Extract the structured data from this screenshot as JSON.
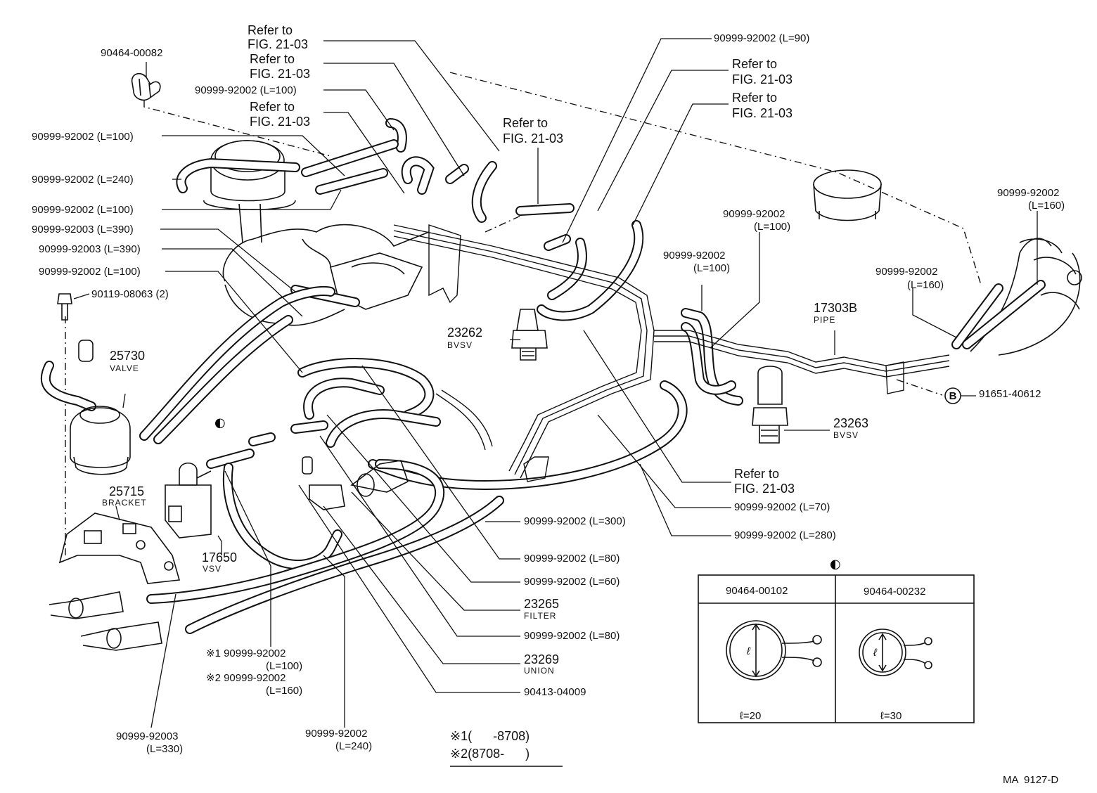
{
  "labels": {
    "top_clip": "90464-00082",
    "hose_l100_a": "90999-92002 (L=100)",
    "hose_l100_b": "90999-92002 (L=100)",
    "hose_l240_a": "90999-92002 (L=240)",
    "hose_l100_c": "90999-92002 (L=100)",
    "hose_l390_a": "90999-92003 (L=390)",
    "hose_l390_b": "90999-92003 (L=390)",
    "hose_l100_d": "90999-92002 (L=100)",
    "bolt": "90119-08063 (2)",
    "refer_1a": "Refer to",
    "refer_1b": "FIG. 21-03",
    "refer_2a": "Refer to",
    "refer_2b": "FIG. 21-03",
    "refer_3a": "Refer to",
    "refer_3b": "FIG. 21-03",
    "refer_4a": "Refer to",
    "refer_4b": "FIG. 21-03",
    "refer_5a": "Refer to",
    "refer_5b": "FIG. 21-03",
    "refer_6a": "Refer to",
    "refer_6b": "FIG. 21-03",
    "refer_7a": "Refer to",
    "refer_7b": "FIG. 21-03",
    "hose_l90": "90999-92002 (L=90)",
    "valve_num": "25730",
    "valve_name": "VALVE",
    "bracket_num": "25715",
    "bracket_name": "BRACKET",
    "vsv_num": "17650",
    "vsv_name": "VSV",
    "bvsv1_num": "23262",
    "bvsv1_name": "BVSV",
    "bvsv2_num": "23263",
    "bvsv2_name": "BVSV",
    "pipe_num": "17303B",
    "pipe_name": "PIPE",
    "r_hose_l100_a1": "90999-92002",
    "r_hose_l100_a2": "(L=100)",
    "r_hose_l100_b1": "90999-92002",
    "r_hose_l100_b2": "(L=100)",
    "r_hose_l160_a1": "90999-92002",
    "r_hose_l160_a2": "(L=160)",
    "r_hose_l160_b1": "90999-92002",
    "r_hose_l160_b2": "(L=160)",
    "clamp_b": "91651-40612",
    "b_mark": "B",
    "hose_l70": "90999-92002 (L=70)",
    "hose_l280": "90999-92002 (L=280)",
    "hose_l300": "90999-92002 (L=300)",
    "hose_l80_a": "90999-92002 (L=80)",
    "hose_l60": "90999-92002 (L=60)",
    "filter_num": "23265",
    "filter_name": "FILTER",
    "hose_l80_b": "90999-92002 (L=80)",
    "union_num": "23269",
    "union_name": "UNION",
    "clip_bottom": "90413-04009",
    "star1_num": "※1 90999-92002",
    "star1_len": "(L=100)",
    "star2_num": "※2 90999-92002",
    "star2_len": "(L=160)",
    "hose_l330_num": "90999-92003",
    "hose_l330_len": "(L=330)",
    "hose_l240b_num": "90999-92002",
    "hose_l240b_len": "(L=240)",
    "note1": "※1(      -8708)",
    "note2": "※2(8708-      )",
    "figure_code": "MA  9127-D",
    "half_mark": "◐"
  },
  "clip_table": {
    "col1_part": "90464-00102",
    "col2_part": "90464-00232",
    "col1_dim": "ℓ=20",
    "col2_dim": "ℓ=30",
    "dim_symbol": "ℓ"
  }
}
